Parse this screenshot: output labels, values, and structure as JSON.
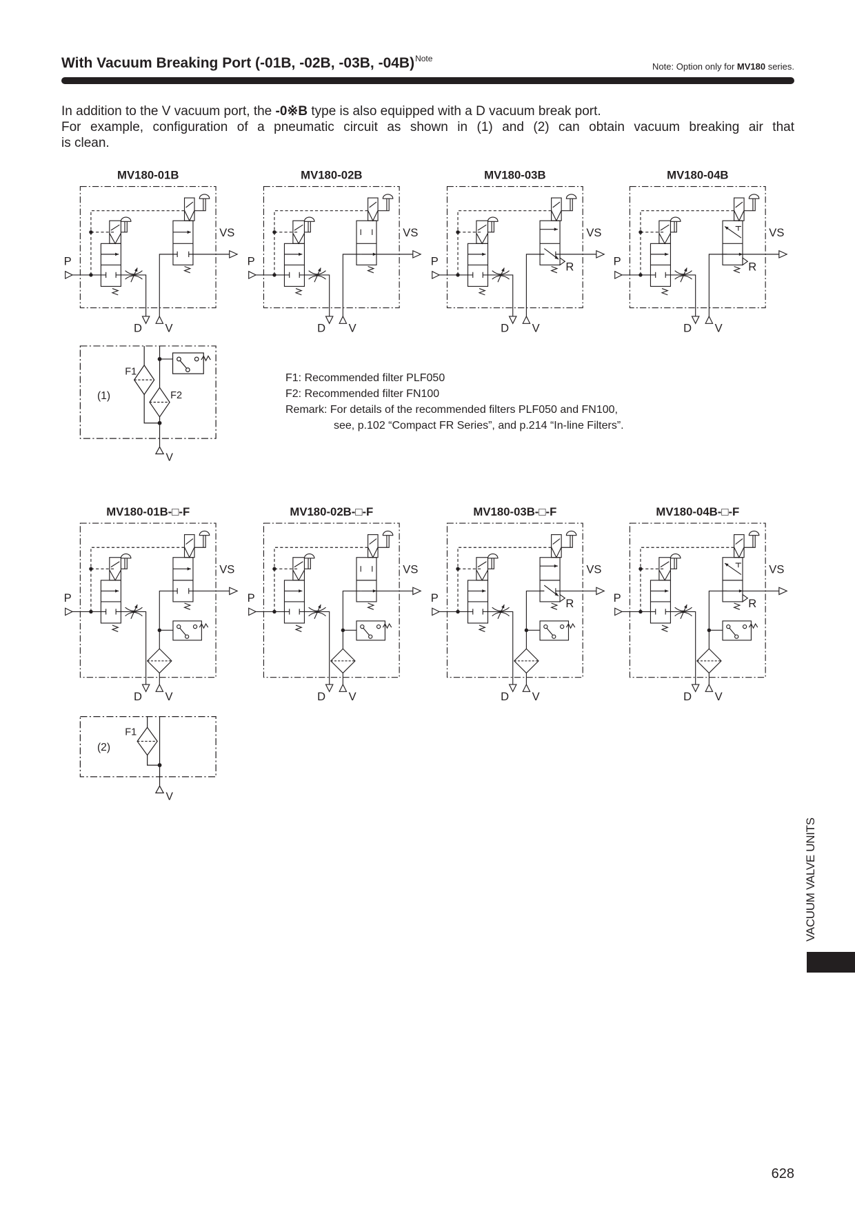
{
  "header": {
    "title": "With Vacuum Breaking Port (-01B, -02B, -03B, -04B)",
    "title_sup": "Note",
    "note_prefix": "Note: Option only for ",
    "note_bold": "MV180",
    "note_suffix": " series."
  },
  "intro": {
    "line1_a": "In addition to the V vacuum port, the ",
    "line1_bold": "-0※B",
    "line1_b": " type is also equipped with a D vacuum break port.",
    "line2": "For example, configuration of a pneumatic circuit as shown in (1) and (2) can obtain vacuum breaking air that",
    "line3": "is clean."
  },
  "ports": {
    "p": "P",
    "vs": "VS",
    "d": "D",
    "v": "V",
    "r": "R"
  },
  "diagrams_row1": [
    {
      "title": "MV180-01B"
    },
    {
      "title": "MV180-02B"
    },
    {
      "title": "MV180-03B"
    },
    {
      "title": "MV180-04B"
    }
  ],
  "diagrams_row2": [
    {
      "title": "MV180-01B-□-F"
    },
    {
      "title": "MV180-02B-□-F"
    },
    {
      "title": "MV180-03B-□-F"
    },
    {
      "title": "MV180-04B-□-F"
    }
  ],
  "filter_circuits": [
    {
      "label": "(1)",
      "f1": "F1",
      "f2": "F2",
      "port": "V"
    },
    {
      "label": "(2)",
      "f1": "F1",
      "port": "V"
    }
  ],
  "notes": {
    "f1": "F1: Recommended filter PLF050",
    "f2": "F2: Recommended filter FN100",
    "remark": "Remark: For details of the recommended filters PLF050 and FN100,",
    "remark_cont": "see, p.102 “Compact FR Series”, and p.214 “In-line Filters”."
  },
  "side_tab": {
    "label": "VACUUM VALVE UNITS"
  },
  "page_number": "628"
}
